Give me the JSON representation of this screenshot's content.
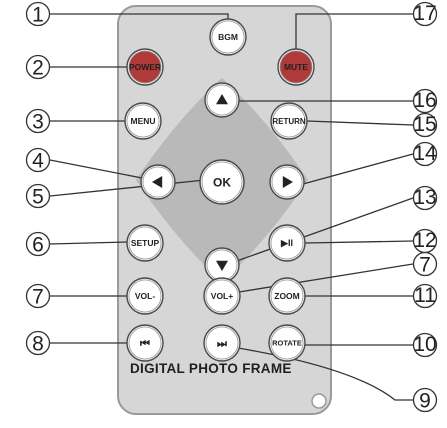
{
  "colors": {
    "body": "#d6d6d6",
    "body_edge": "#9a9a9a",
    "button": "#ffffff",
    "button_edge": "#4a4a4a",
    "red_button": "#b03a3a",
    "nav_pad": "#b9b9b9",
    "line": "#333333",
    "text": "#222222"
  },
  "remote": {
    "brand_label": "DIGITAL PHOTO FRAME"
  },
  "buttons": {
    "bgm": {
      "label": "BGM",
      "icon": ""
    },
    "power": {
      "label": "POWER",
      "icon": ""
    },
    "mute": {
      "label": "MUTE",
      "icon": ""
    },
    "menu": {
      "label": "MENU",
      "icon": ""
    },
    "up": {
      "label": "",
      "icon": "triangle-up-icon"
    },
    "return": {
      "label": "RETURN",
      "icon": ""
    },
    "left": {
      "label": "",
      "icon": "triangle-left-icon"
    },
    "ok": {
      "label": "OK",
      "icon": ""
    },
    "right": {
      "label": "",
      "icon": "triangle-right-icon"
    },
    "setup": {
      "label": "SETUP",
      "icon": ""
    },
    "down": {
      "label": "",
      "icon": "triangle-down-icon"
    },
    "play_pause": {
      "label": "▶II",
      "icon": "play-pause-icon"
    },
    "vol_down": {
      "label": "VOL-",
      "icon": ""
    },
    "vol_up": {
      "label": "VOL+",
      "icon": ""
    },
    "zoom": {
      "label": "ZOOM",
      "icon": ""
    },
    "prev": {
      "label": "⏮",
      "icon": "skip-previous-icon"
    },
    "next": {
      "label": "⏭",
      "icon": "skip-next-icon"
    },
    "rotate": {
      "label": "ROTATE",
      "icon": ""
    }
  },
  "callouts": {
    "c1": "1",
    "c2": "2",
    "c3": "3",
    "c4": "4",
    "c5": "5",
    "c6": "6",
    "c7a": "7",
    "c7b": "7",
    "c8": "8",
    "c9": "9",
    "c10": "10",
    "c11": "11",
    "c12": "12",
    "c13": "13",
    "c14": "14",
    "c15": "15",
    "c16": "16",
    "c17": "17"
  }
}
